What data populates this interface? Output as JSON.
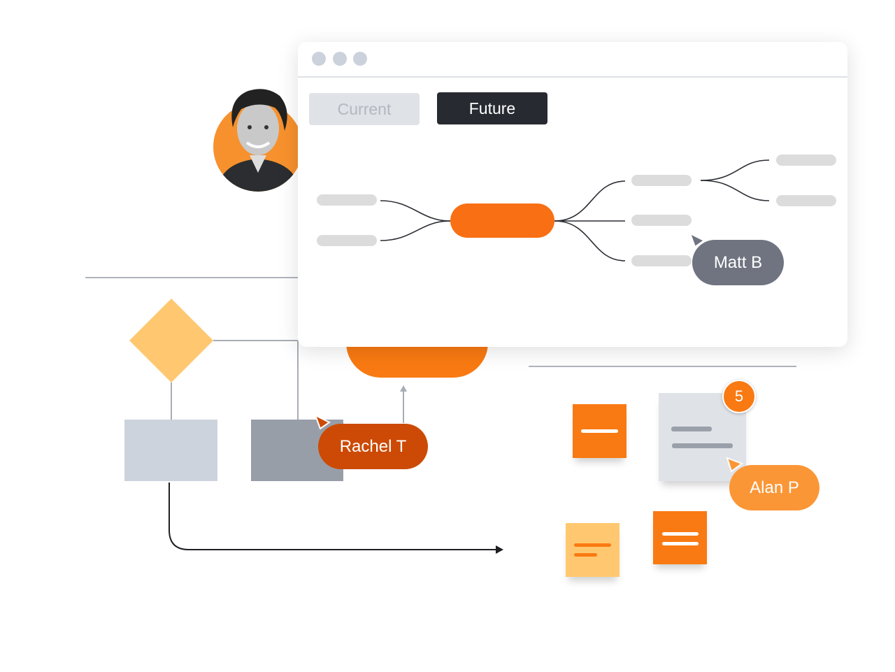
{
  "window": {
    "tabs": [
      {
        "label": "Current",
        "active": false
      },
      {
        "label": "Future",
        "active": true
      }
    ]
  },
  "collaborators": [
    {
      "name": "Matt B",
      "color": "#6f7480"
    },
    {
      "name": "Rachel T",
      "color": "#cc4a05"
    },
    {
      "name": "Alan P",
      "color": "#fb9636"
    }
  ],
  "badge": {
    "count": "5"
  },
  "colors": {
    "accent": "#f97a12",
    "yellow": "#ffc870",
    "gray": "#cdd3dc",
    "dark": "#272b31"
  }
}
